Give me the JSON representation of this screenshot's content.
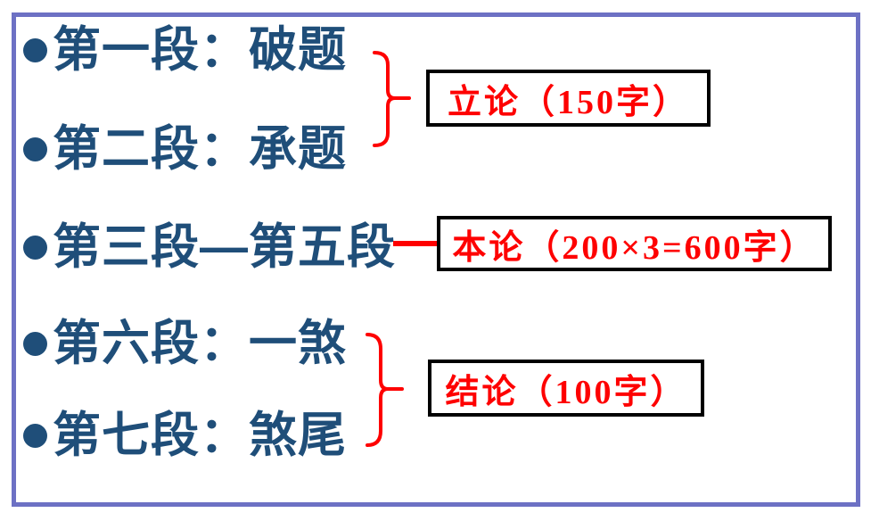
{
  "slide": {
    "background_color": "#FFFFFF",
    "frame_color": "#6D71C4",
    "bullet_color": "#1F4E79",
    "text_color": "#1F4E79",
    "annotation_text_color": "#FE0000",
    "annotation_border_color": "#000000",
    "connector_color": "#FE0000"
  },
  "bullets": [
    {
      "label": "第一段：破题"
    },
    {
      "label": "第二段：承题"
    },
    {
      "label": "第三段—第五段"
    },
    {
      "label": "第六段：一煞"
    },
    {
      "label": "第七段：煞尾"
    }
  ],
  "annotations": [
    {
      "label": "立论（150字）",
      "links": "第一段、第二段"
    },
    {
      "label": "本论（200×3=600字）",
      "links": "第三段—第五段"
    },
    {
      "label": "结论（100字）",
      "links": "第六段、第七段"
    }
  ]
}
